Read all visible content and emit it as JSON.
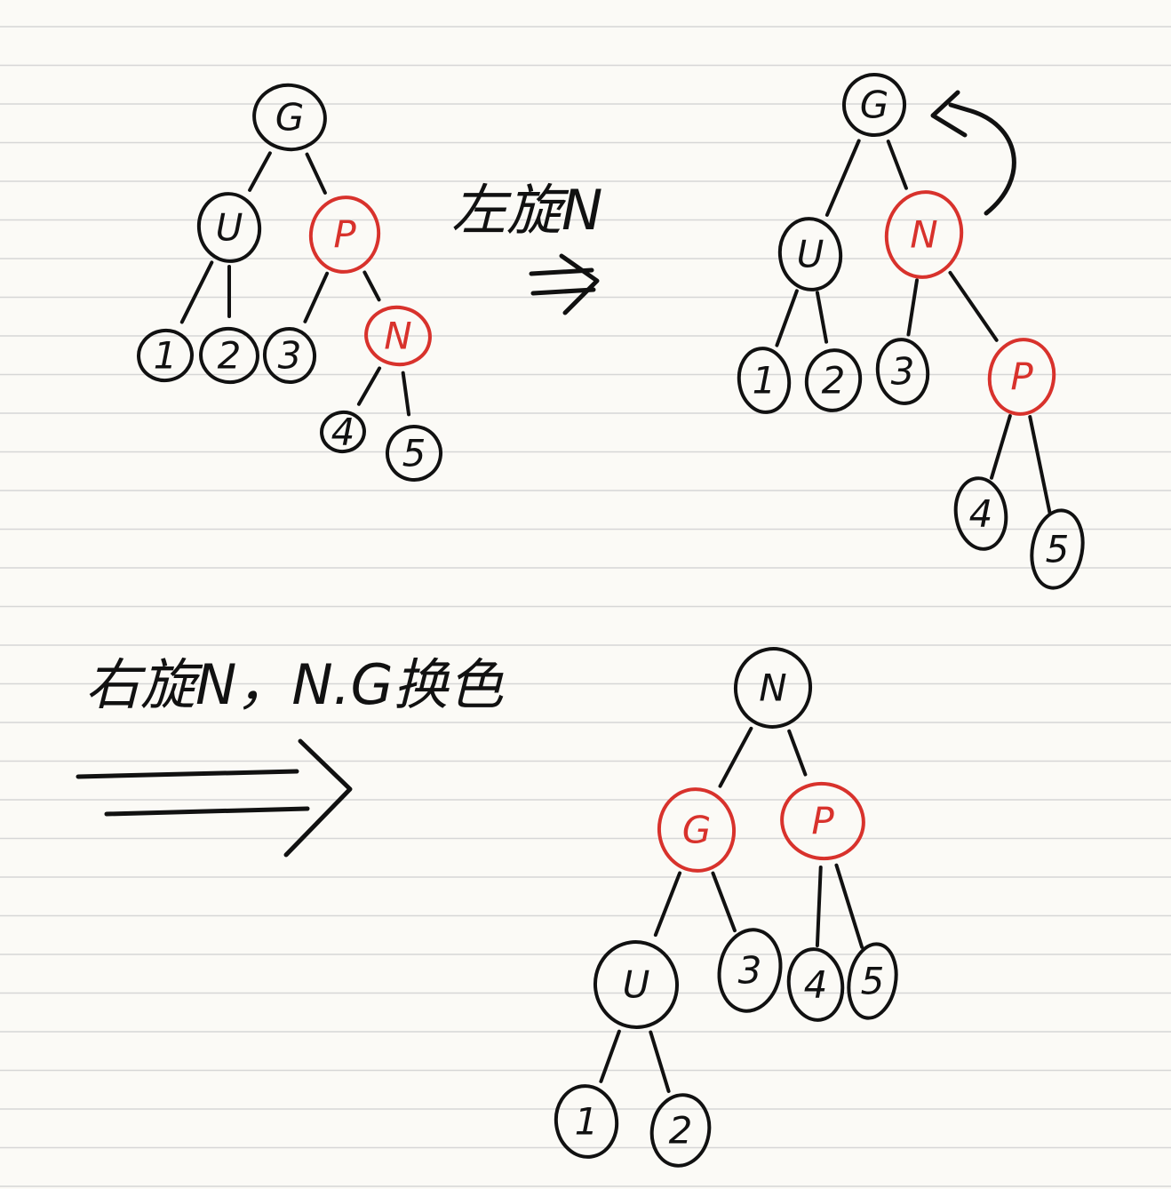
{
  "colors": {
    "paper": "#fbfaf6",
    "rule_line": "#d6d6d6",
    "black_ink": "#111111",
    "red_ink": "#d8322c"
  },
  "annotations": {
    "step1": "左旋N",
    "step2": "右旋N，N.G换色"
  },
  "trees": [
    {
      "id": "before",
      "nodes": [
        {
          "key": "G",
          "label": "G",
          "color": "black"
        },
        {
          "key": "U",
          "label": "U",
          "color": "black"
        },
        {
          "key": "P",
          "label": "P",
          "color": "red"
        },
        {
          "key": "n1",
          "label": "1",
          "color": "black"
        },
        {
          "key": "n2",
          "label": "2",
          "color": "black"
        },
        {
          "key": "n3",
          "label": "3",
          "color": "black"
        },
        {
          "key": "N",
          "label": "N",
          "color": "red"
        },
        {
          "key": "n4",
          "label": "4",
          "color": "black"
        },
        {
          "key": "n5",
          "label": "5",
          "color": "black"
        }
      ],
      "edges": [
        [
          "G",
          "U"
        ],
        [
          "G",
          "P"
        ],
        [
          "U",
          "n1"
        ],
        [
          "U",
          "n2"
        ],
        [
          "P",
          "n3"
        ],
        [
          "P",
          "N"
        ],
        [
          "N",
          "n4"
        ],
        [
          "N",
          "n5"
        ]
      ]
    },
    {
      "id": "after-left-rotate",
      "nodes": [
        {
          "key": "G",
          "label": "G",
          "color": "black"
        },
        {
          "key": "U",
          "label": "U",
          "color": "black"
        },
        {
          "key": "N",
          "label": "N",
          "color": "red"
        },
        {
          "key": "n1",
          "label": "1",
          "color": "black"
        },
        {
          "key": "n2",
          "label": "2",
          "color": "black"
        },
        {
          "key": "n3",
          "label": "3",
          "color": "black"
        },
        {
          "key": "P",
          "label": "P",
          "color": "red"
        },
        {
          "key": "n4",
          "label": "4",
          "color": "black"
        },
        {
          "key": "n5",
          "label": "5",
          "color": "black"
        }
      ],
      "edges": [
        [
          "G",
          "U"
        ],
        [
          "G",
          "N"
        ],
        [
          "U",
          "n1"
        ],
        [
          "U",
          "n2"
        ],
        [
          "N",
          "n3"
        ],
        [
          "N",
          "P"
        ],
        [
          "P",
          "n4"
        ],
        [
          "P",
          "n5"
        ]
      ]
    },
    {
      "id": "after-right-rotate",
      "nodes": [
        {
          "key": "N",
          "label": "N",
          "color": "black"
        },
        {
          "key": "G",
          "label": "G",
          "color": "red"
        },
        {
          "key": "P",
          "label": "P",
          "color": "red"
        },
        {
          "key": "U",
          "label": "U",
          "color": "black"
        },
        {
          "key": "n3",
          "label": "3",
          "color": "black"
        },
        {
          "key": "n4",
          "label": "4",
          "color": "black"
        },
        {
          "key": "n5",
          "label": "5",
          "color": "black"
        },
        {
          "key": "n1",
          "label": "1",
          "color": "black"
        },
        {
          "key": "n2",
          "label": "2",
          "color": "black"
        }
      ],
      "edges": [
        [
          "N",
          "G"
        ],
        [
          "N",
          "P"
        ],
        [
          "G",
          "U"
        ],
        [
          "G",
          "n3"
        ],
        [
          "P",
          "n4"
        ],
        [
          "P",
          "n5"
        ],
        [
          "U",
          "n1"
        ],
        [
          "U",
          "n2"
        ]
      ]
    }
  ]
}
